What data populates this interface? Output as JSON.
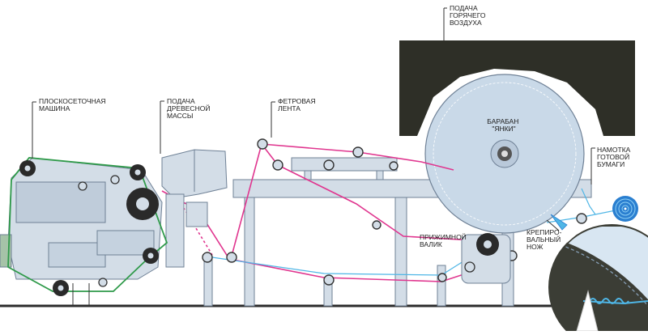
{
  "labels": {
    "hot_air": [
      "ПОДАЧА",
      "ГОРЯЧЕГО",
      "ВОЗДУХА"
    ],
    "fourdrinier": [
      "ПЛОСКОСЕТОЧНАЯ",
      "МАШИНА"
    ],
    "pulp_feed": [
      "ПОДАЧА",
      "ДРЕВЕСНОЙ",
      "МАССЫ"
    ],
    "felt": [
      "ФЕТРОВАЯ",
      "ЛЕНТА"
    ],
    "drum": [
      "БАРАБАН",
      "\"ЯНКИ\""
    ],
    "reel": [
      "НАМОТКА",
      "ГОТОВОЙ",
      "БУМАГИ"
    ],
    "press_roll": [
      "ПРИЖИМНОЙ",
      "ВАЛИК"
    ],
    "creping_blade": [
      "КРЕПИРО-",
      "ВАЛЬНЫЙ",
      "НОЖ"
    ]
  },
  "colors": {
    "machine_fill": "#d3dde7",
    "machine_stroke": "#6f8196",
    "hood": "#2e2f27",
    "felt_line": "#e0368f",
    "wire_line": "#2f9a4a",
    "sheet_line": "#4fb6e6",
    "roll_dark": "#2a2a2a",
    "reel_blue": "#2a7fd0"
  }
}
